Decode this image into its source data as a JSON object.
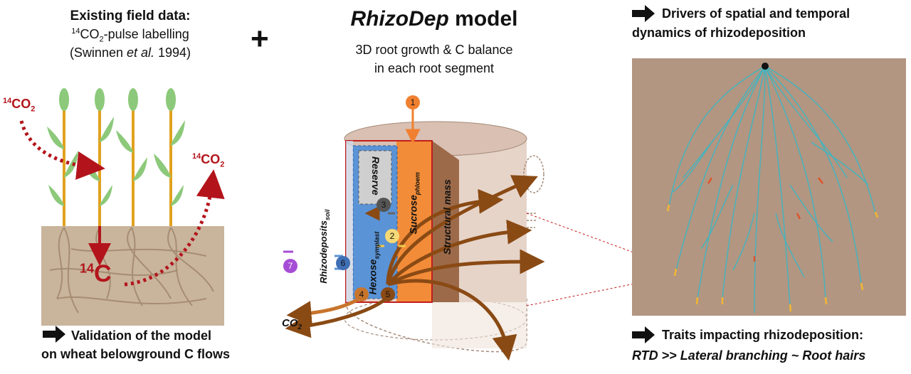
{
  "left": {
    "title": "Existing field data:",
    "line2_sup": "14",
    "line2_mid": "CO",
    "line2_sub": "2",
    "line2_rest": "-pulse labelling",
    "line3_a": "(Swinnen ",
    "line3_b": "et al.",
    "line3_c": " 1994)",
    "co2_in_sup": "14",
    "co2_in": "CO",
    "co2_in_sub": "2",
    "co2_out_sup": "14",
    "co2_out": "CO",
    "co2_out_sub": "2",
    "c14_sup": "14",
    "c14": "C",
    "bottom_line1": "Validation of the model",
    "bottom_line2": "on wheat belowground C flows"
  },
  "plus": "+",
  "middle": {
    "title_italic": "RhizoDep",
    "title_rest": " model",
    "sub1": "3D root growth & C balance",
    "sub2": "in each root segment",
    "reserve": "Reserve",
    "hexose": "Hexose",
    "hexose_sub": "symplast",
    "sucrose": "Sucrose",
    "sucrose_sub": "phloem",
    "structural": "Structural mass",
    "rhizodeposits": "Rhizodeposits",
    "rhizodeposits_sub": "soil",
    "co2": "CO",
    "co2_sub": "2",
    "nodes": [
      "1",
      "2",
      "3",
      "4",
      "5",
      "6",
      "7"
    ]
  },
  "right": {
    "top_line1": "Drivers of spatial and temporal",
    "top_line2": "dynamics of rhizodeposition",
    "bottom_line1": "Traits impacting rhizodeposition:",
    "bottom_line2": "RTD >> Lateral branching ~ Root hairs"
  },
  "colors": {
    "dark_red": "#b3141b",
    "root_brown": "#8a4a14",
    "orange": "#f08030",
    "blue": "#5a93d6",
    "soil": "#c9b49c",
    "panel_bg": "#b29681",
    "root_cyan": "#3ab6c4"
  }
}
